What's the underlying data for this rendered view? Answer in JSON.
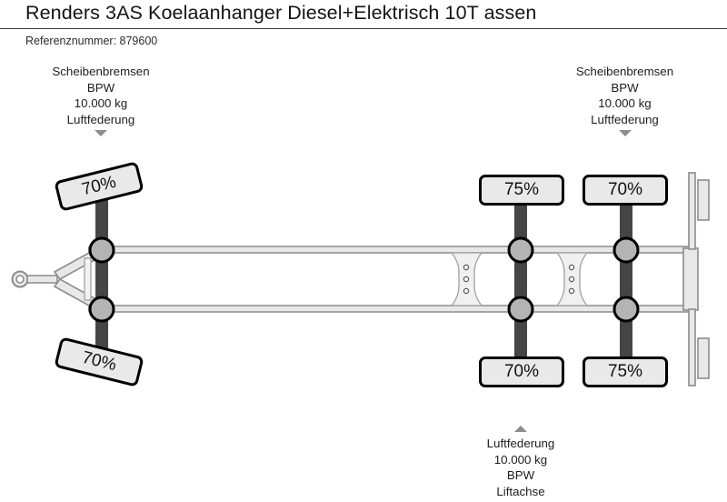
{
  "header": {
    "title": "Renders 3AS Koelaanhanger Diesel+Elektrisch 10T assen",
    "reference_label": "Referenznummer: 879600"
  },
  "annotations": {
    "front_axle": {
      "lines": [
        "Scheibenbremsen",
        "BPW",
        "10.000 kg",
        "Luftfederung"
      ],
      "marker": "triangle-down-icon"
    },
    "rear_axle": {
      "lines": [
        "Scheibenbremsen",
        "BPW",
        "10.000 kg",
        "Luftfederung"
      ],
      "marker": "triangle-down-icon"
    },
    "bottom_axle": {
      "lines": [
        "Luftfederung",
        "10.000 kg",
        "BPW",
        "Liftachse"
      ],
      "marker": "triangle-up-icon"
    }
  },
  "tyres": {
    "front_top": "70%",
    "front_bottom": "70%",
    "axle2_top": "75%",
    "axle3_top": "70%",
    "axle2_bottom": "70%",
    "axle3_bottom": "75%"
  },
  "colors": {
    "badge_fill": "#e9e9e9",
    "badge_border": "#000000",
    "axle_bar": "#454545",
    "hub_fill": "#b4b4b4",
    "chassis_fill": "#e8e8e8",
    "chassis_stroke": "#8c8c8c",
    "marker_gray": "#8d8d8d",
    "text": "#1a1a1a"
  }
}
